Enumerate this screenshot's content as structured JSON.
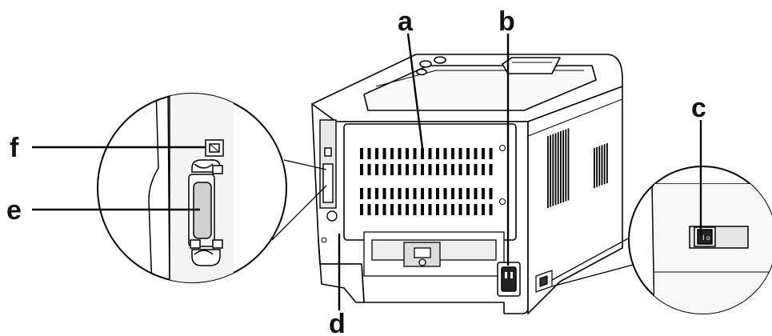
{
  "figure": {
    "subject": "printer-rear-view",
    "callouts": {
      "a": "a",
      "b": "b",
      "c": "c",
      "d": "d",
      "e": "e",
      "f": "f"
    },
    "line_color": "#000000",
    "body_fill": "#ffffff",
    "shade_fill": "#d9d9d9"
  }
}
